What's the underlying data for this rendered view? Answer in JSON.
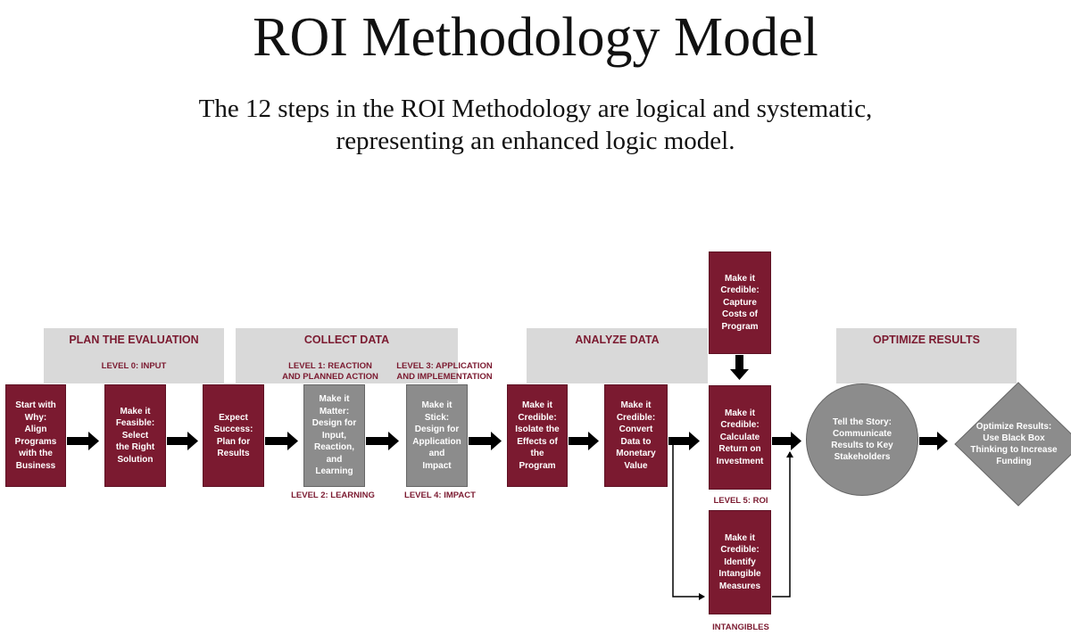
{
  "title": "ROI Methodology Model",
  "subtitle": {
    "line1": "The 12 steps in the ROI Methodology are logical and systematic,",
    "line2": "representing an enhanced logic model."
  },
  "phases": {
    "plan": "PLAN THE EVALUATION",
    "collect": "COLLECT DATA",
    "analyze": "ANALYZE DATA",
    "optimize": "OPTIMIZE RESULTS"
  },
  "levels": {
    "level0": "LEVEL 0: INPUT",
    "level1": [
      "LEVEL 1: REACTION",
      "AND PLANNED ACTION"
    ],
    "level2": "LEVEL 2: LEARNING",
    "level3": [
      "LEVEL 3: APPLICATION",
      "AND IMPLEMENTATION"
    ],
    "level4": "LEVEL 4: IMPACT",
    "level5": "LEVEL 5: ROI",
    "intangibles": "INTANGIBLES"
  },
  "steps": {
    "start": [
      "Start with",
      "Why:",
      "Align",
      "Programs",
      "with the",
      "Business"
    ],
    "feasible": [
      "Make it",
      "Feasible:",
      "Select",
      "the Right",
      "Solution"
    ],
    "expect": [
      "Expect",
      "Success:",
      "Plan for",
      "Results"
    ],
    "matter": [
      "Make it",
      "Matter:",
      "Design for",
      "Input,",
      "Reaction,",
      "and",
      "Learning"
    ],
    "stick": [
      "Make it",
      "Stick:",
      "Design for",
      "Application",
      "and",
      "Impact"
    ],
    "isolate": [
      "Make it",
      "Credible:",
      "Isolate the",
      "Effects of",
      "the",
      "Program"
    ],
    "convert": [
      "Make it",
      "Credible:",
      "Convert",
      "Data to",
      "Monetary",
      "Value"
    ],
    "costs": [
      "Make it",
      "Credible:",
      "Capture",
      "Costs of",
      "Program"
    ],
    "roi": [
      "Make it",
      "Credible:",
      "Calculate",
      "Return on",
      "Investment"
    ],
    "intangible": [
      "Make it",
      "Credible:",
      "Identify",
      "Intangible",
      "Measures"
    ],
    "story": [
      "Tell the Story:",
      "Communicate",
      "Results to Key",
      "Stakeholders"
    ],
    "optimize": [
      "Optimize Results:",
      "Use Black Box",
      "Thinking to Increase",
      "Funding"
    ]
  },
  "colors": {
    "maroon": "#7b1a30",
    "gray": "#8c8c8c",
    "phase_band": "#d9d9d9",
    "arrow": "#000000"
  }
}
